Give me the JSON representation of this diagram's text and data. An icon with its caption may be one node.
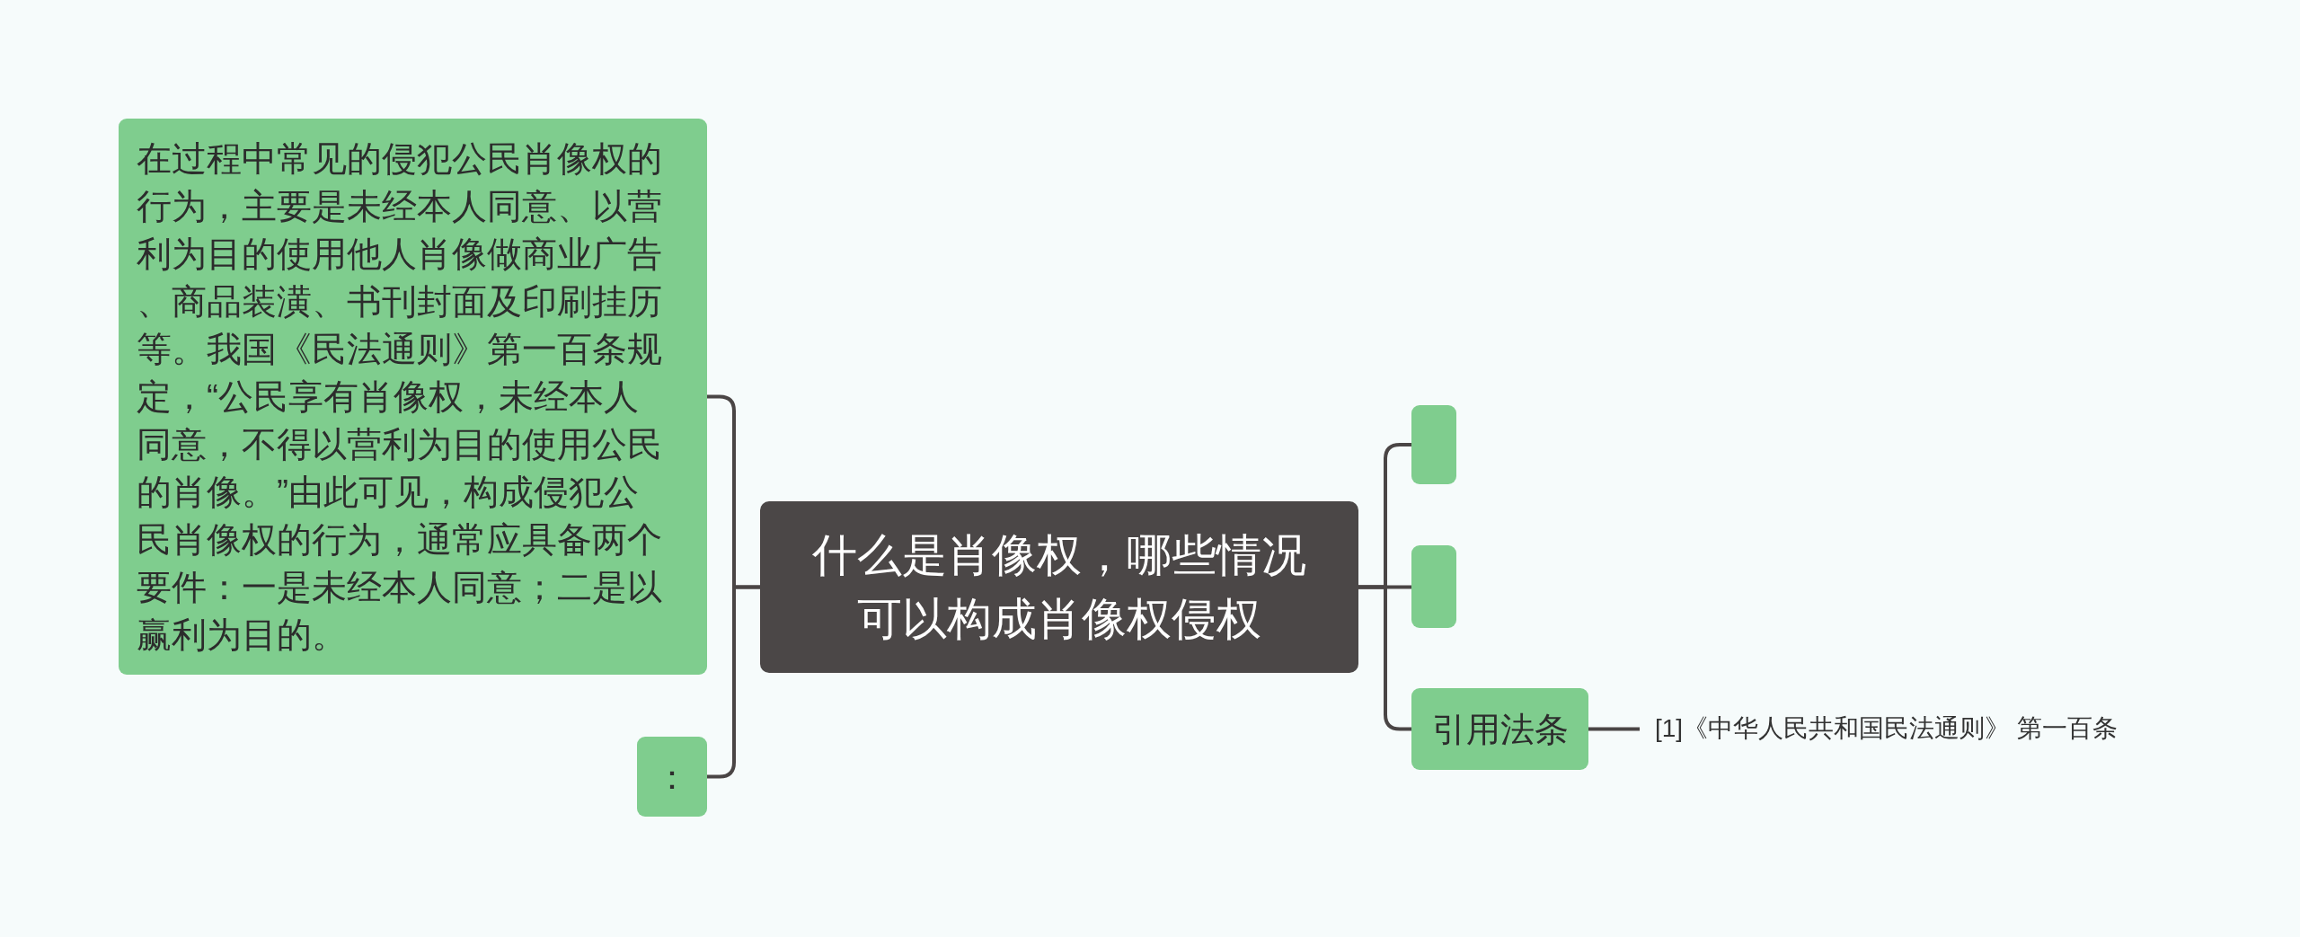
{
  "diagram": {
    "nodes": [
      {
        "text": [
          "什么是肖像权，哪些情况可以构成肖像权侵权"
        ]
      },
      {
        "text": [
          "在过程中常见的侵犯公民肖像权的行为，主要是未经本人同意、以营利为目的使用他人肖像做商业广告、商品装潢、书刊封面及印刷挂历等。我国《民法通则》第一百条规定，“公民享有肖像权，未经本人同意，不得以营利为目的使用公民的肖像。”由此可见，构成侵犯公民肖像权的行为，通常应具备两个要件：一是未经本人同意；二是以赢利为目的。"
        ]
      },
      {
        "text": [
          "："
        ]
      },
      {
        "text": [],
        "shape": "box"
      },
      {
        "text": [],
        "shape": "box"
      },
      {
        "text": [
          "引用法条"
        ]
      },
      {
        "text": [
          "[1]《中华人民共和国民法通则》 第一百条"
        ]
      }
    ],
    "edges": [
      {
        "from": 0,
        "to": 1,
        "arrow": "none"
      },
      {
        "from": 0,
        "to": 2,
        "arrow": "none"
      },
      {
        "from": 0,
        "to": 3,
        "arrow": "none"
      },
      {
        "from": 0,
        "to": 4,
        "arrow": "none"
      },
      {
        "from": 0,
        "to": 5,
        "arrow": "none"
      },
      {
        "from": 5,
        "to": 6,
        "arrow": "none"
      }
    ]
  }
}
